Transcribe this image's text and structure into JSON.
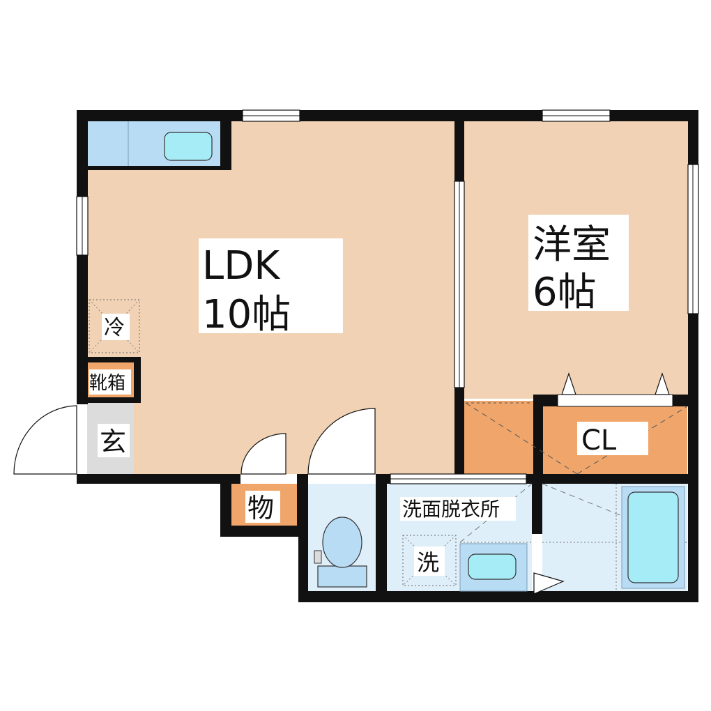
{
  "rooms": {
    "ldk": {
      "name": "LDK",
      "size": "10帖"
    },
    "western": {
      "name": "洋室",
      "size": "6帖"
    },
    "closet": {
      "name": "CL"
    },
    "entrance": {
      "name": "玄"
    },
    "shoe_box": {
      "name": "靴箱"
    },
    "storage": {
      "name": "物"
    },
    "washroom": {
      "name": "洗面脱衣所"
    }
  },
  "fixtures": {
    "fridge": "冷",
    "washer": "洗"
  },
  "colors": {
    "floor": "#f2d2b4",
    "storage": "#f0a66a",
    "wet_area": "#dfeffa",
    "fixture": "#b9dcf5",
    "tub": "#a6ecf6",
    "entrance": "#dcdcdc",
    "wall": "#111111"
  }
}
